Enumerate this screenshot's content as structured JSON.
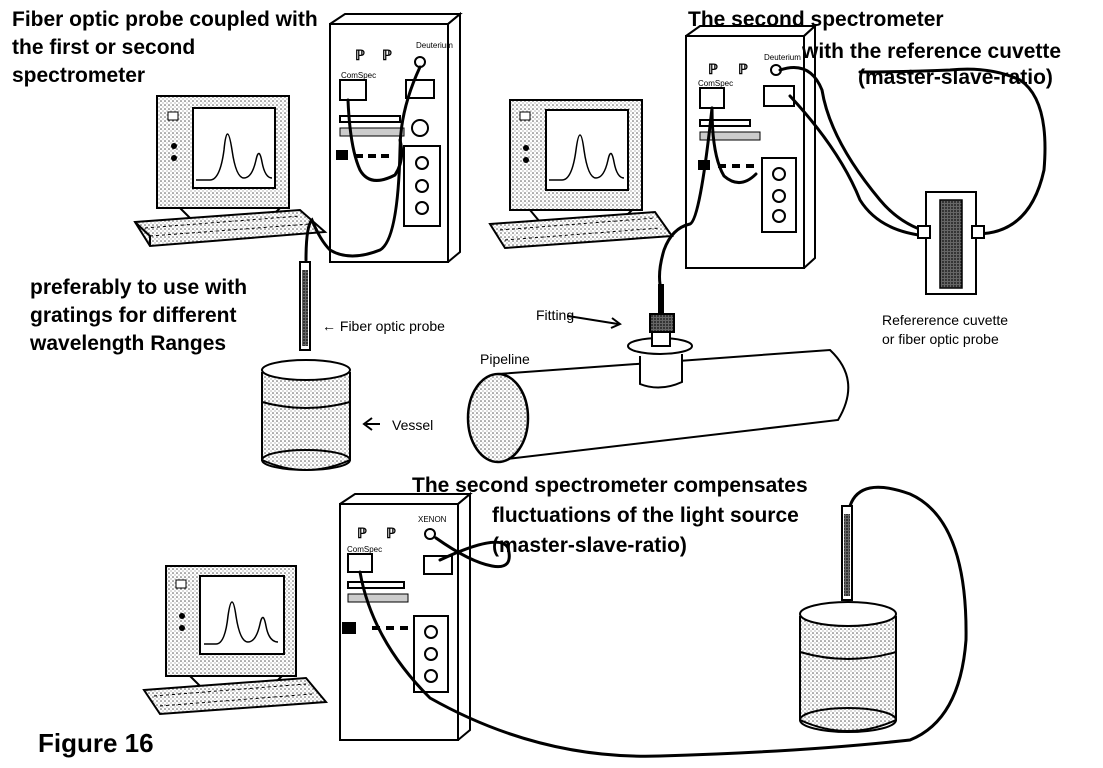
{
  "labels": {
    "probe_coupled_line1": "Fiber optic probe coupled with",
    "probe_coupled_line2": "the first or second",
    "probe_coupled_line3": "spectrometer",
    "second_spec_title": "The second spectrometer",
    "ref_cuvette_line1": "with  the reference cuvette",
    "ref_cuvette_line2": "(master-slave-ratio)",
    "preferably_line1": "preferably to use with",
    "preferably_line2": "gratings for different",
    "preferably_line3": "wavelength Ranges",
    "fiber_probe": "← Fiber optic probe",
    "fitting": "Fitting",
    "pipeline": "Pipeline",
    "vessel": "Vessel",
    "ref_cuvette_small1": "Refererence cuvette",
    "ref_cuvette_small2": "or fiber optic probe",
    "compensates_line1": "The second spectrometer compensates",
    "compensates_line2": "fluctuations of the light source",
    "compensates_line3": "(master-slave-ratio)",
    "figure": "Figure 16"
  },
  "device_text": {
    "comspec": "ComSpec",
    "deuterium": "Deuterium",
    "xenon": "XENON"
  },
  "colors": {
    "ink": "#000000",
    "fill_dots": "#d8d8d8",
    "background": "#ffffff"
  }
}
